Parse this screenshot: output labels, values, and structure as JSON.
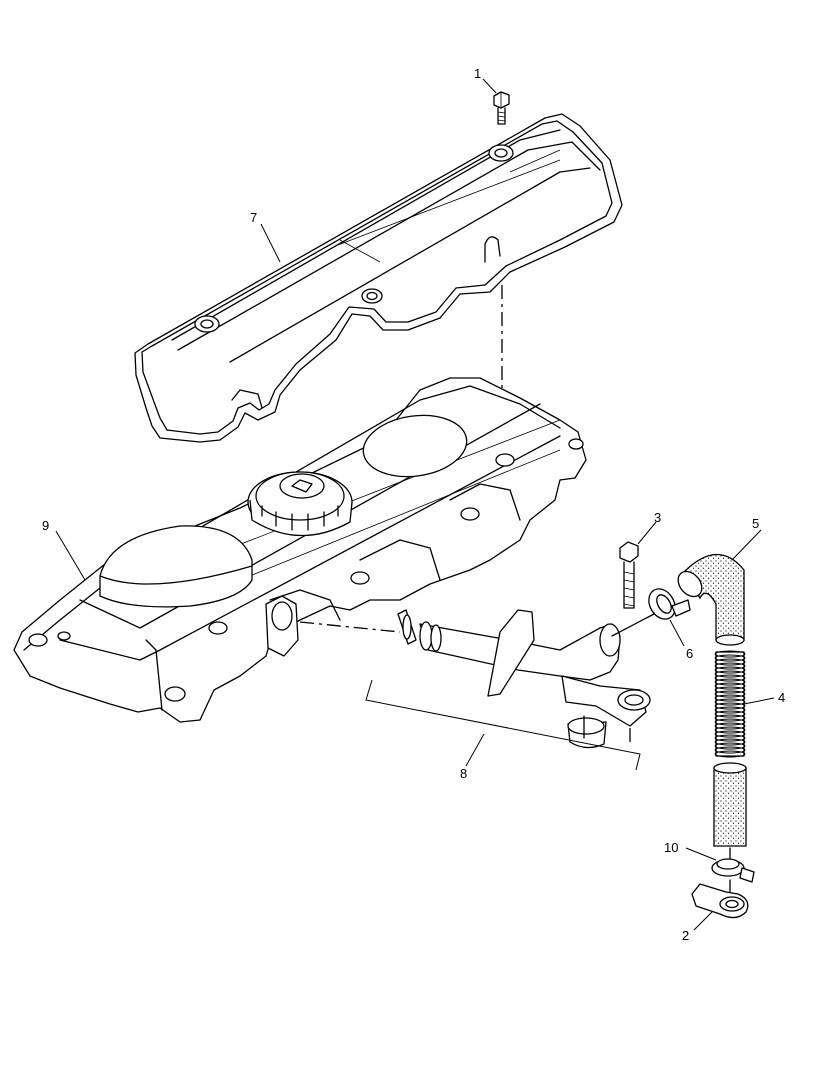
{
  "callouts": [
    {
      "id": "1",
      "label": "1"
    },
    {
      "id": "2",
      "label": "2"
    },
    {
      "id": "3",
      "label": "3"
    },
    {
      "id": "4",
      "label": "4"
    },
    {
      "id": "5",
      "label": "5"
    },
    {
      "id": "6",
      "label": "6"
    },
    {
      "id": "7",
      "label": "7"
    },
    {
      "id": "8",
      "label": "8"
    },
    {
      "id": "9",
      "label": "9"
    },
    {
      "id": "10",
      "label": "10"
    }
  ],
  "colors": {
    "line": "#000000",
    "background": "#ffffff",
    "hose_texture": "#000000"
  }
}
